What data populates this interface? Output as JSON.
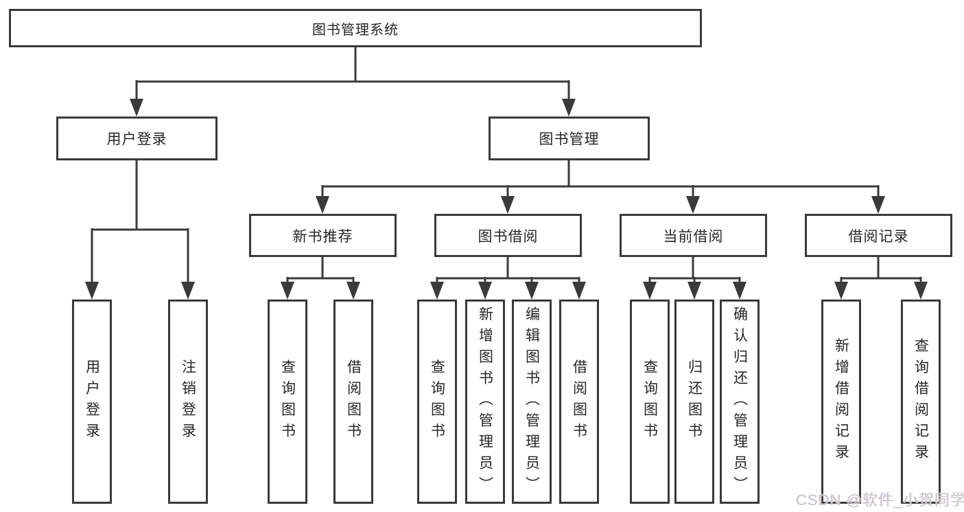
{
  "diagram": {
    "root": {
      "label": "图书管理系统"
    },
    "user_login": {
      "label": "用户登录",
      "children": [
        {
          "label": "用户登录"
        },
        {
          "label": "注销登录"
        }
      ]
    },
    "book_management": {
      "label": "图书管理",
      "sections": [
        {
          "label": "新书推荐",
          "children": [
            {
              "label": "查询图书"
            },
            {
              "label": "借阅图书"
            }
          ]
        },
        {
          "label": "图书借阅",
          "children": [
            {
              "label": "查询图书"
            },
            {
              "label": "新增图书（管理员）"
            },
            {
              "label": "编辑图书（管理员）"
            },
            {
              "label": "借阅图书"
            }
          ]
        },
        {
          "label": "当前借阅",
          "children": [
            {
              "label": "查询图书"
            },
            {
              "label": "归还图书"
            },
            {
              "label": "确认归还（管理员）"
            }
          ]
        },
        {
          "label": "借阅记录",
          "children": [
            {
              "label": "新增借阅记录"
            },
            {
              "label": "查询借阅记录"
            }
          ]
        }
      ]
    }
  },
  "watermark": {
    "text": "CSDN @软件_小贺同学"
  },
  "colors": {
    "line": "#3a3a3a",
    "box_border": "#3a3a3a",
    "text": "#262626",
    "background": "#ffffff",
    "watermark": "#c6c6c6"
  }
}
